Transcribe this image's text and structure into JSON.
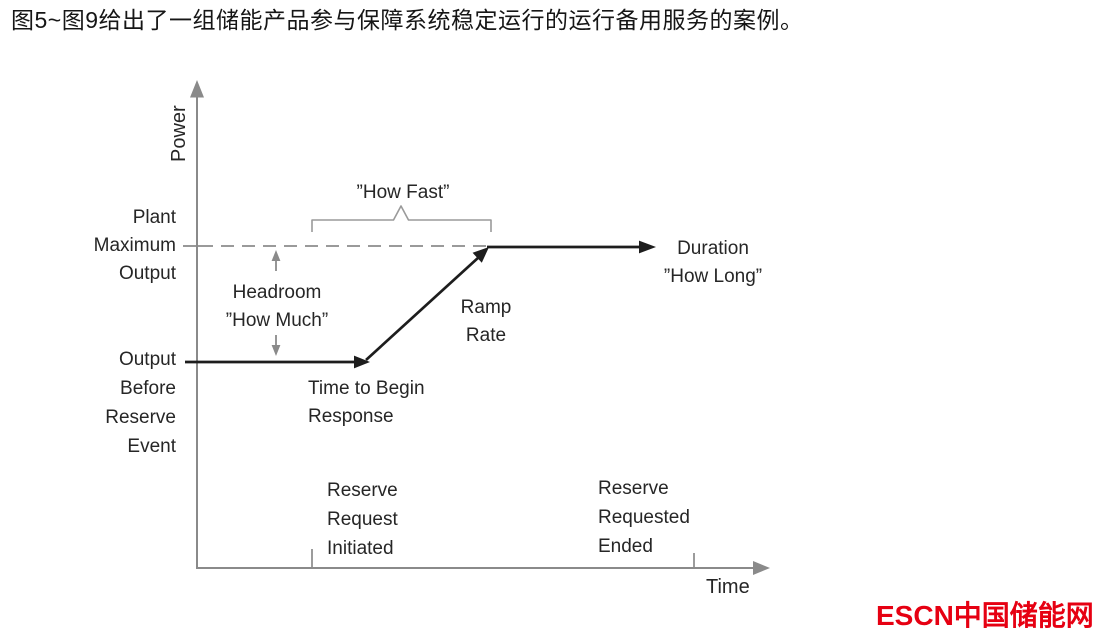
{
  "header": {
    "caption": "图5~图9给出了一组储能产品参与保障系统稳定运行的运行备用服务的案例。"
  },
  "diagram": {
    "y_axis_label": "Power",
    "x_axis_label": "Time",
    "labels": {
      "plant_max": "Plant\nMaximum\nOutput",
      "output_before": "Output\nBefore\nReserve\nEvent",
      "headroom": "Headroom\n”How Much”",
      "how_fast": "”How Fast”",
      "ramp_rate": "Ramp\nRate",
      "time_to_begin": "Time to Begin\nResponse",
      "duration": "Duration\n”How Long”",
      "reserve_initiated": "Reserve\nRequest\nInitiated",
      "reserve_ended": "Reserve\nRequested\nEnded"
    },
    "colors": {
      "axis_gray": "#8a8a8a",
      "annotation_gray": "#9a9a9a",
      "curve_black": "#1d1d1d",
      "text": "#262626"
    }
  },
  "footer": {
    "logo_text": "ESCN中国储能网",
    "logo_color": "#e60012"
  }
}
